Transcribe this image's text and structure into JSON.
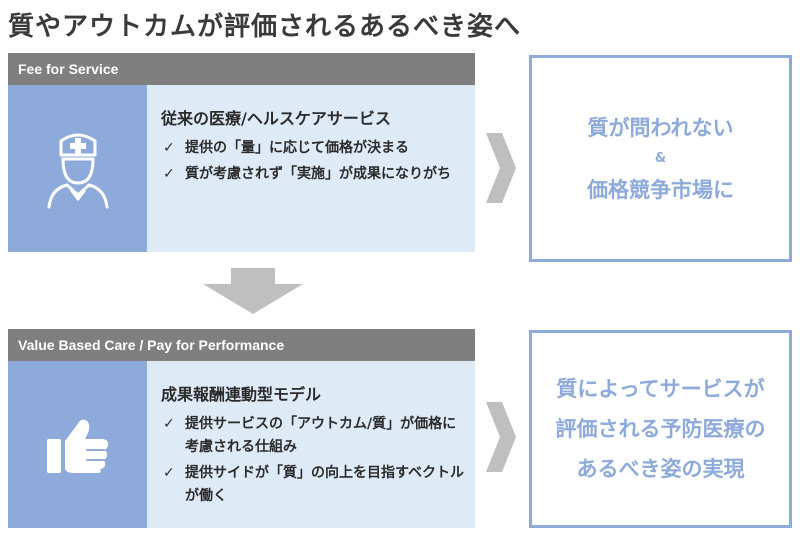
{
  "title": "質やアウトカムが評価されるあるべき姿へ",
  "sections": [
    {
      "header": "Fee for Service",
      "icon": "nurse-icon",
      "heading": "従来の医療/ヘルスケアサービス",
      "bullets": [
        "提供の「量」に応じて価格が決まる",
        "質が考慮されず「実施」が成果になりがち"
      ],
      "result": {
        "line1": "質が問われない",
        "amp": "&",
        "line2": "価格競争市場に"
      }
    },
    {
      "header": "Value Based Care / Pay for Performance",
      "icon": "thumbs-up-icon",
      "heading": "成果報酬連動型モデル",
      "bullets": [
        "提供サービスの「アウトカム/質」が価格に考慮される仕組み",
        "提供サイドが「質」の向上を目指すベクトルが働く"
      ],
      "result": {
        "line1": "質によってサービスが",
        "line2": "評価される予防医療の",
        "line3": "あるべき姿の実現"
      }
    }
  ],
  "check_glyph": "✓",
  "colors": {
    "accent": "#8eaadb",
    "panel_light": "#deebf7",
    "header_gray": "#7f7f7f",
    "arrow_gray": "#bfbfbf"
  }
}
